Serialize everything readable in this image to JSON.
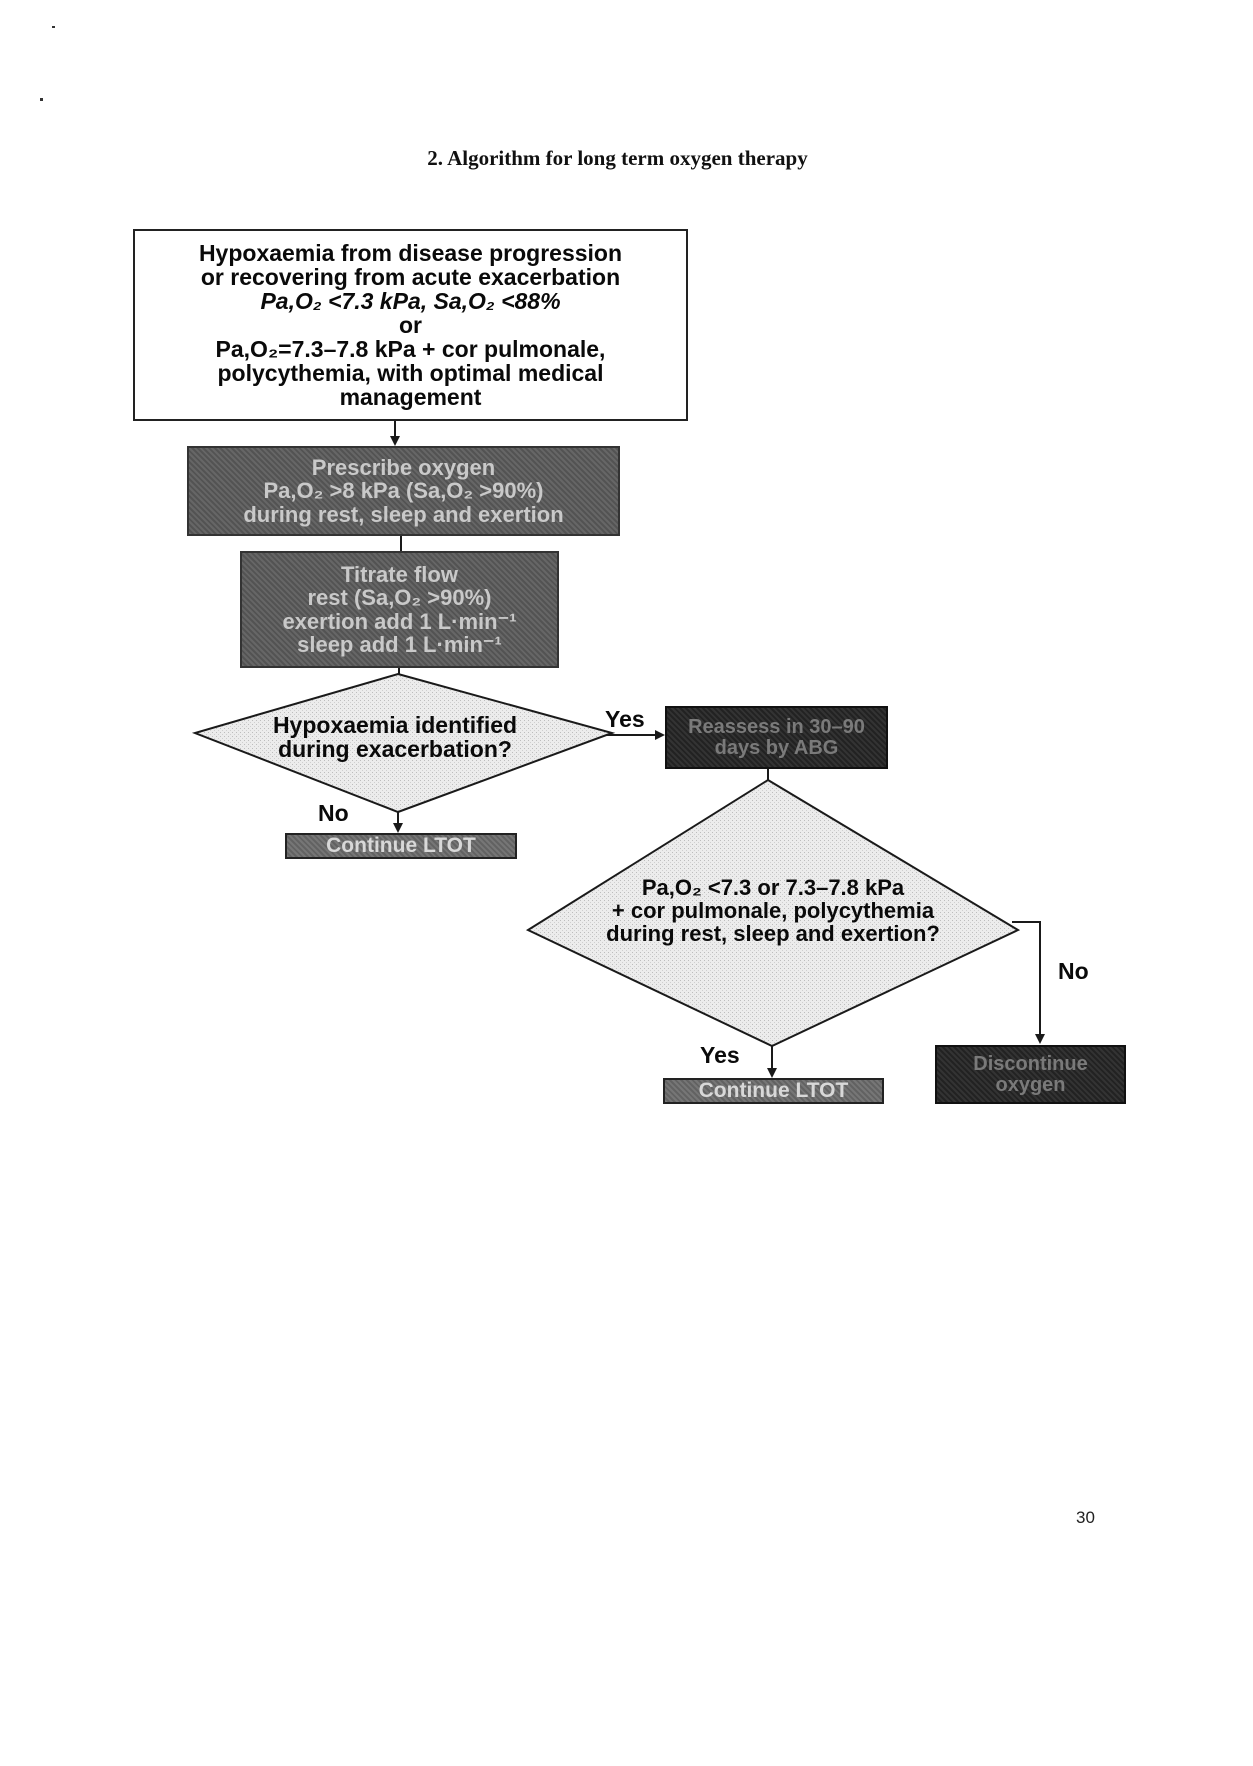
{
  "title": "2. Algorithm for long term oxygen therapy",
  "nodes": {
    "start": {
      "lines": [
        "Hypoxaemia from disease progression",
        "or recovering from acute exacerbation",
        "Pa,O₂ <7.3 kPa, Sa,O₂ <88%",
        "or",
        "Pa,O₂=7.3–7.8 kPa + cor pulmonale,",
        "polycythemia, with optimal medical",
        "management"
      ]
    },
    "prescribe": {
      "lines": [
        "Prescribe oxygen",
        "Pa,O₂ >8 kPa (Sa,O₂ >90%)",
        "during rest, sleep and exertion"
      ]
    },
    "titrate": {
      "lines": [
        "Titrate flow",
        "rest (Sa,O₂ >90%)",
        "exertion add 1 L·min⁻¹",
        "sleep add 1 L·min⁻¹"
      ]
    },
    "decision1": {
      "lines": [
        "Hypoxaemia identified",
        "during exacerbation?"
      ]
    },
    "reassess": {
      "lines": [
        "Reassess in 30–90",
        "days by ABG"
      ]
    },
    "continue1": {
      "label": "Continue LTOT"
    },
    "decision2": {
      "lines": [
        "Pa,O₂ <7.3 or 7.3–7.8 kPa",
        "+ cor pulmonale, polycythemia",
        "during rest, sleep and exertion?"
      ]
    },
    "continue2": {
      "label": "Continue LTOT"
    },
    "discontinue": {
      "lines": [
        "Discontinue",
        "oxygen"
      ]
    }
  },
  "edge_labels": {
    "yes1": "Yes",
    "no1": "No",
    "no2": "No",
    "yes2": "Yes"
  },
  "page_number": "30",
  "colors": {
    "line": "#1a1a1a",
    "diamond_fill": "#e6e6e6"
  }
}
